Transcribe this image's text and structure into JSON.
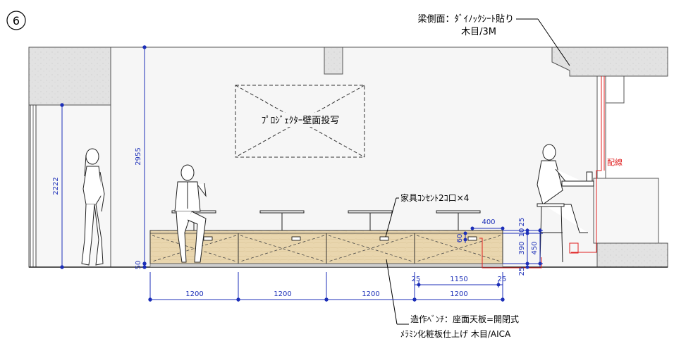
{
  "drawing": {
    "section_number": "6",
    "beam_note": {
      "line1": "梁側面：ﾀﾞｲﾉｯｸｼｰﾄ貼り",
      "line2": "木目/3M"
    },
    "projector_label": "ﾌﾟﾛｼﾞｪｸﾀｰ壁面投写",
    "outlet_note": "家具ｺﾝｾﾝﾄ2ｺ口×4",
    "wiring_label": "配線",
    "bench_note": {
      "line1": "造作ﾍﾞﾝﾁ：座面天板=開閉式",
      "line2": "ﾒﾗﾐﾝ化粧板仕上げ 木目/AICA"
    }
  },
  "dimensions": {
    "door_height": "2222",
    "wall_height": "2955",
    "floor_offset": "50",
    "bench_modules": [
      "1200",
      "1200",
      "1200",
      "1200"
    ],
    "inner_width": "1150",
    "side_left": "25",
    "side_right": "25",
    "depth": "400",
    "right_stack": [
      "25",
      "10",
      "390",
      "450",
      "25"
    ],
    "bench_small": "60"
  },
  "colors": {
    "dimension": "#1c2fb8",
    "wiring": "#e02020",
    "wood": "#e6d3aa",
    "wall": "#f6f6f6",
    "concrete": "#e4e4e4"
  }
}
